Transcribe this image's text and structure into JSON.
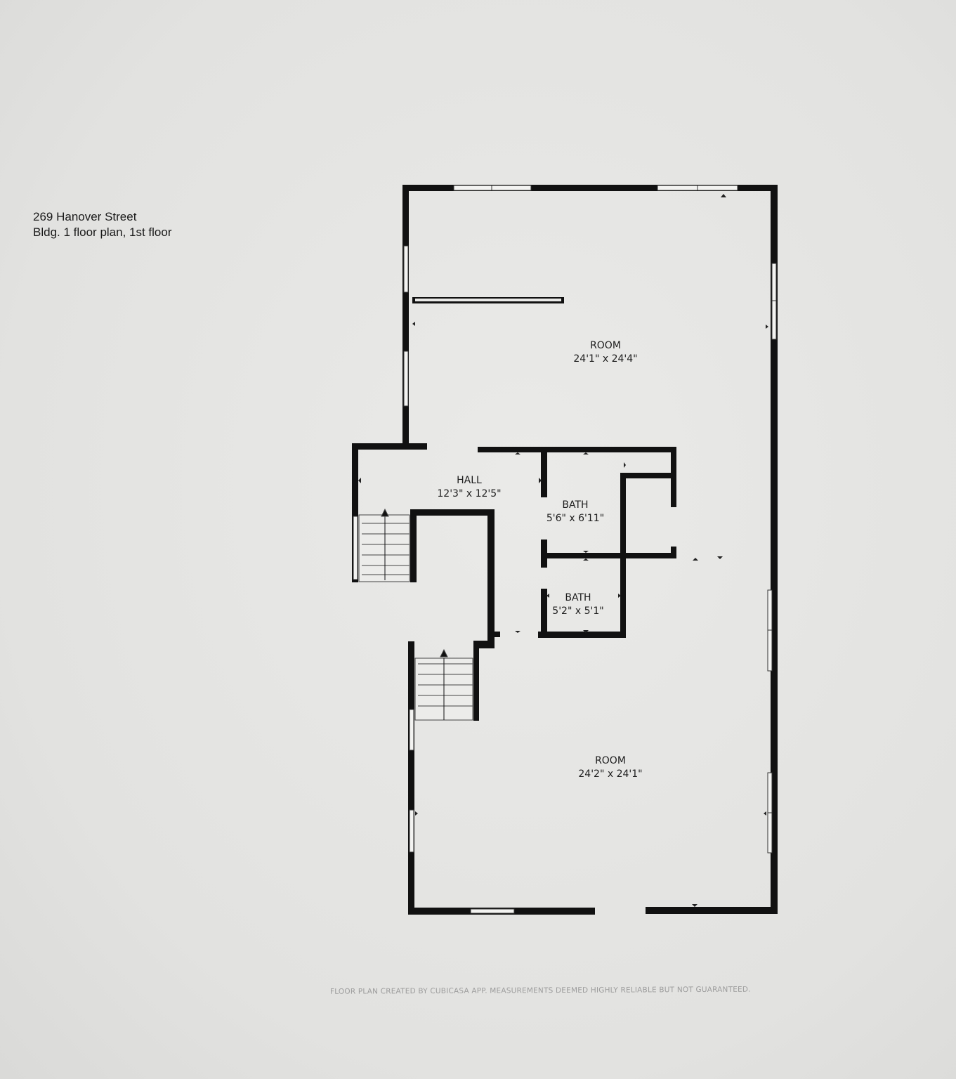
{
  "header": {
    "address": "269 Hanover Street",
    "subtitle": "Bldg. 1 floor plan, 1st floor"
  },
  "rooms": {
    "room_top": {
      "name": "ROOM",
      "size": "24'1\" x 24'4\""
    },
    "hall": {
      "name": "HALL",
      "size": "12'3\" x 12'5\""
    },
    "bath_1": {
      "name": "BATH",
      "size": "5'6\" x 6'11\""
    },
    "bath_2": {
      "name": "BATH",
      "size": "5'2\" x 5'1\""
    },
    "room_bottom": {
      "name": "ROOM",
      "size": "24'2\" x 24'1\""
    }
  },
  "footer": {
    "disclaimer": "FLOOR PLAN CREATED BY CUBICASA APP. MEASUREMENTS DEEMED HIGHLY RELIABLE BUT NOT GUARANTEED."
  },
  "colors": {
    "wall": "#111111",
    "paper": "#e3e3e1",
    "window": "#f3f3f1"
  }
}
